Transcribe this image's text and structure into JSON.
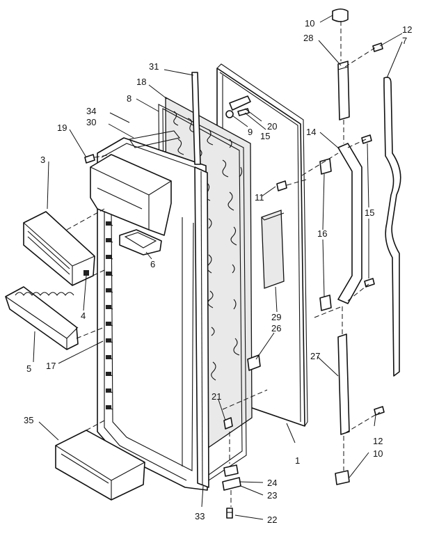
{
  "labels": [
    {
      "id": "l10a",
      "text": "10"
    },
    {
      "id": "l28",
      "text": "28"
    },
    {
      "id": "l12a",
      "text": "12"
    },
    {
      "id": "l7",
      "text": "7"
    },
    {
      "id": "l31",
      "text": "31"
    },
    {
      "id": "l18",
      "text": "18"
    },
    {
      "id": "l8",
      "text": "8"
    },
    {
      "id": "l34",
      "text": "34"
    },
    {
      "id": "l30",
      "text": "30"
    },
    {
      "id": "l19",
      "text": "19"
    },
    {
      "id": "l20",
      "text": "20"
    },
    {
      "id": "l9",
      "text": "9"
    },
    {
      "id": "l15a",
      "text": "15"
    },
    {
      "id": "l14",
      "text": "14"
    },
    {
      "id": "l15b",
      "text": "15"
    },
    {
      "id": "l3",
      "text": "3"
    },
    {
      "id": "l11",
      "text": "11"
    },
    {
      "id": "l16",
      "text": "16"
    },
    {
      "id": "l6",
      "text": "6"
    },
    {
      "id": "l4",
      "text": "4"
    },
    {
      "id": "l29",
      "text": "29"
    },
    {
      "id": "l26",
      "text": "26"
    },
    {
      "id": "l5",
      "text": "5"
    },
    {
      "id": "l17",
      "text": "17"
    },
    {
      "id": "l27",
      "text": "27"
    },
    {
      "id": "l21",
      "text": "21"
    },
    {
      "id": "l35",
      "text": "35"
    },
    {
      "id": "l12b",
      "text": "12"
    },
    {
      "id": "l10b",
      "text": "10"
    },
    {
      "id": "l1",
      "text": "1"
    },
    {
      "id": "l24",
      "text": "24"
    },
    {
      "id": "l23",
      "text": "23"
    },
    {
      "id": "l33",
      "text": "33"
    },
    {
      "id": "l22",
      "text": "22"
    }
  ]
}
